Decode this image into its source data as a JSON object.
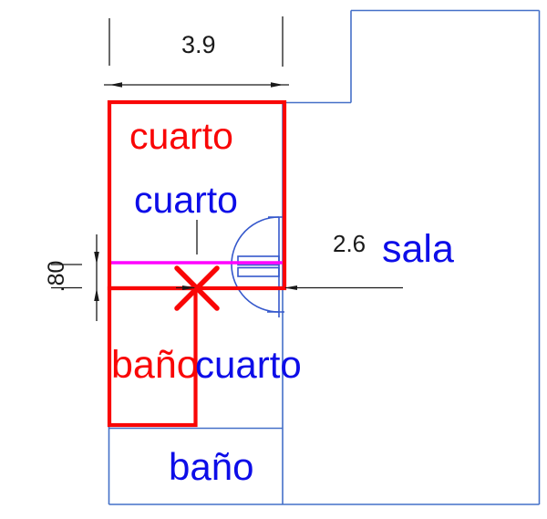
{
  "drawing": {
    "type": "architectural-floor-plan",
    "labels": {
      "room_top_red": "cuarto",
      "room_top_blue": "cuarto",
      "sala": "sala",
      "bath_red": "baño",
      "room_bottom_blue": "cuarto",
      "bath_bottom_blue": "baño"
    },
    "dimensions": {
      "top_width": "3.9",
      "sala_width": "2.6",
      "wall_gap": ".80"
    },
    "colors": {
      "red_line": "#f90606",
      "red_text": "#f90606",
      "magenta_line": "#ff00ff",
      "wall_blue": "#4470c8",
      "door_blue": "#3558cc",
      "text_blue": "#0d0de8",
      "dim_black": "#1a1a1a"
    }
  }
}
